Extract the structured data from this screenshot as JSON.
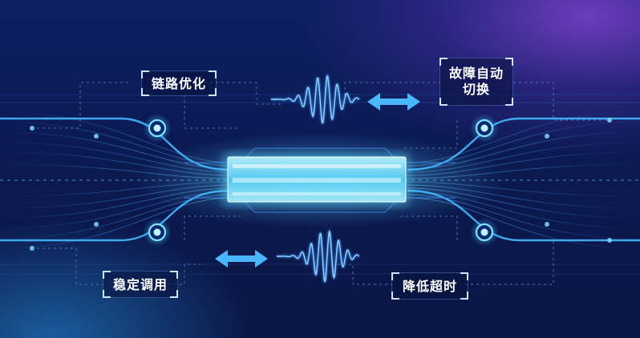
{
  "labels": {
    "top_left": "链路优化",
    "top_right_line1": "故障自动",
    "top_right_line2": "切换",
    "bottom_left": "稳定调用",
    "bottom_right": "降低超时"
  },
  "colors": {
    "primary_glow": "#3fc4ff",
    "bar_core": "#9ff3ff",
    "node": "#58d8ff",
    "arrow": "#49b8ff",
    "line": "#2f8ff0"
  },
  "icons": [
    "double-arrow-icon",
    "waveform-icon",
    "connector-node-icon"
  ]
}
